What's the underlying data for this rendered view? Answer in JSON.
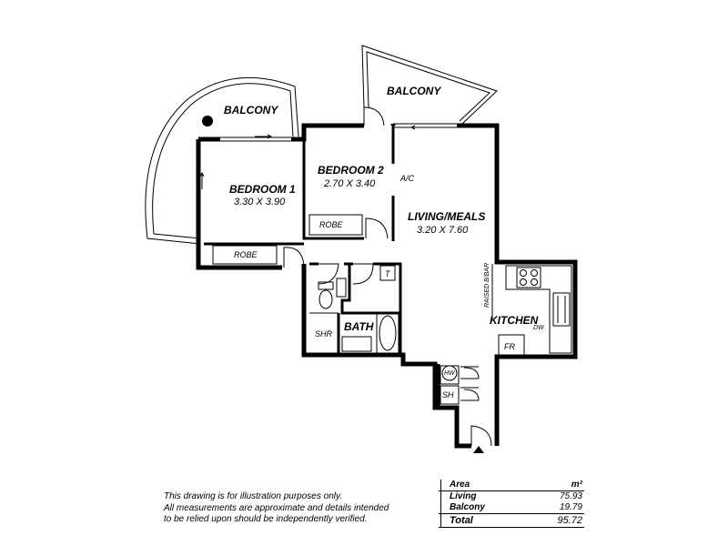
{
  "rooms": {
    "balcony_left": "BALCONY",
    "balcony_right": "BALCONY",
    "bedroom1": {
      "name": "BEDROOM 1",
      "size": "3.30 X 3.90"
    },
    "bedroom2": {
      "name": "BEDROOM 2",
      "size": "2.70 X 3.40"
    },
    "living": {
      "name": "LIVING/MEALS",
      "size": "3.20 X 7.60"
    },
    "kitchen": "KITCHEN",
    "bath": "BATH"
  },
  "fixtures": {
    "robe1": "ROBE",
    "robe2": "ROBE",
    "ac": "A/C",
    "raised_bar": "RAISED B/BAR",
    "dw": "DW",
    "fr": "FR",
    "shr": "SHR",
    "t": "T",
    "hw": "HW",
    "sh": "SH"
  },
  "disclaimer": [
    "This drawing is for illustration purposes only.",
    "All measurements are approximate and details intended",
    "to be relied upon should be independently verified."
  ],
  "area_table": {
    "header": "Area",
    "unit": "m²",
    "rows": [
      {
        "label": "Living",
        "value": "75.93"
      },
      {
        "label": "Balcony",
        "value": "19.79"
      }
    ],
    "total": {
      "label": "Total",
      "value": "95.72"
    }
  }
}
